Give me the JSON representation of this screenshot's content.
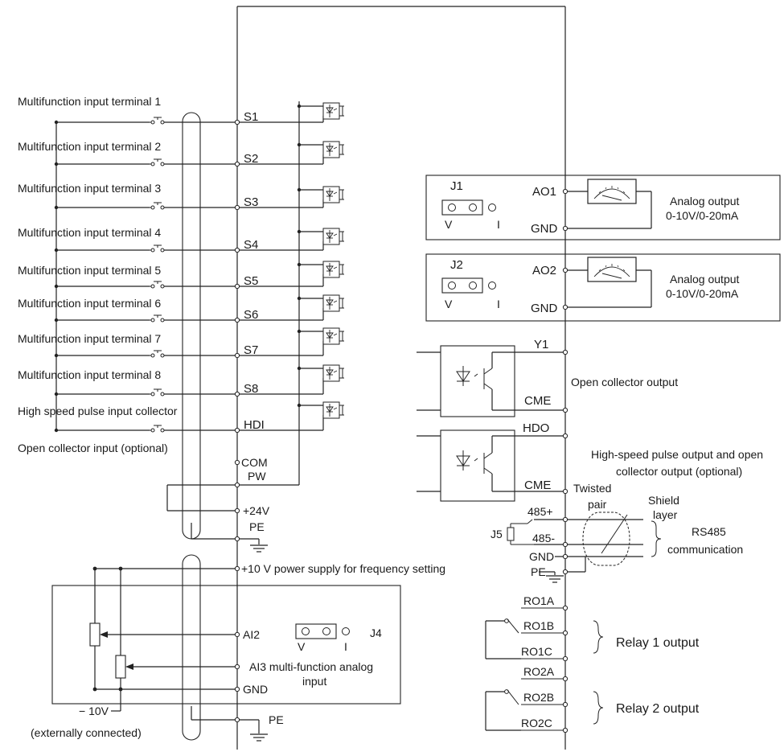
{
  "input_terminals": [
    {
      "desc": "Multifunction input terminal 1",
      "name": "S1"
    },
    {
      "desc": "Multifunction input terminal 2",
      "name": "S2"
    },
    {
      "desc": "Multifunction input terminal 3",
      "name": "S3"
    },
    {
      "desc": "Multifunction input terminal 4",
      "name": "S4"
    },
    {
      "desc": "Multifunction input terminal 5",
      "name": "S5"
    },
    {
      "desc": "Multifunction input terminal 6",
      "name": "S6"
    },
    {
      "desc": "Multifunction input terminal 7",
      "name": "S7"
    },
    {
      "desc": "Multifunction input terminal 8",
      "name": "S8"
    },
    {
      "desc": "High speed pulse input collector",
      "name": "HDI"
    }
  ],
  "hdi_note": "Open collector input (optional)",
  "power_terminals": {
    "com": "COM",
    "pw": "PW",
    "p24": "+24V",
    "pe": "PE"
  },
  "analog_input": {
    "ref_supply": "+10 V power supply for frequency setting",
    "ai2": "AI2",
    "ai3_line1": "AI3 multi-function analog",
    "ai3_line2": "input",
    "gnd": "GND",
    "minus10": "− 10V",
    "ext_note": "(externally connected)",
    "pe": "PE",
    "jumper": {
      "name": "J4",
      "v": "V",
      "i": "I"
    }
  },
  "analog_outputs": [
    {
      "jumper": "J1",
      "v": "V",
      "i": "I",
      "terminal": "AO1",
      "gnd": "GND",
      "label1": "Analog output",
      "label2": "0-10V/0-20mA"
    },
    {
      "jumper": "J2",
      "v": "V",
      "i": "I",
      "terminal": "AO2",
      "gnd": "GND",
      "label1": "Analog output",
      "label2": "0-10V/0-20mA"
    }
  ],
  "open_collector": {
    "y1": "Y1",
    "cme": "CME",
    "label": "Open collector output"
  },
  "high_speed": {
    "hdo": "HDO",
    "cme": "CME",
    "label1": "High-speed pulse output and open",
    "label2": "collector output (optional)"
  },
  "rs485": {
    "twisted1": "Twisted",
    "twisted2": "pair",
    "shield1": "Shield",
    "shield2": "layer",
    "p485": "485+",
    "n485": "485-",
    "gnd": "GND",
    "pe": "PE",
    "jumper": "J5",
    "label1": "RS485",
    "label2": "communication"
  },
  "relays": [
    {
      "a": "RO1A",
      "b": "RO1B",
      "c": "RO1C",
      "label": "Relay 1 output"
    },
    {
      "a": "RO2A",
      "b": "RO2B",
      "c": "RO2C",
      "label": "Relay 2 output"
    }
  ]
}
